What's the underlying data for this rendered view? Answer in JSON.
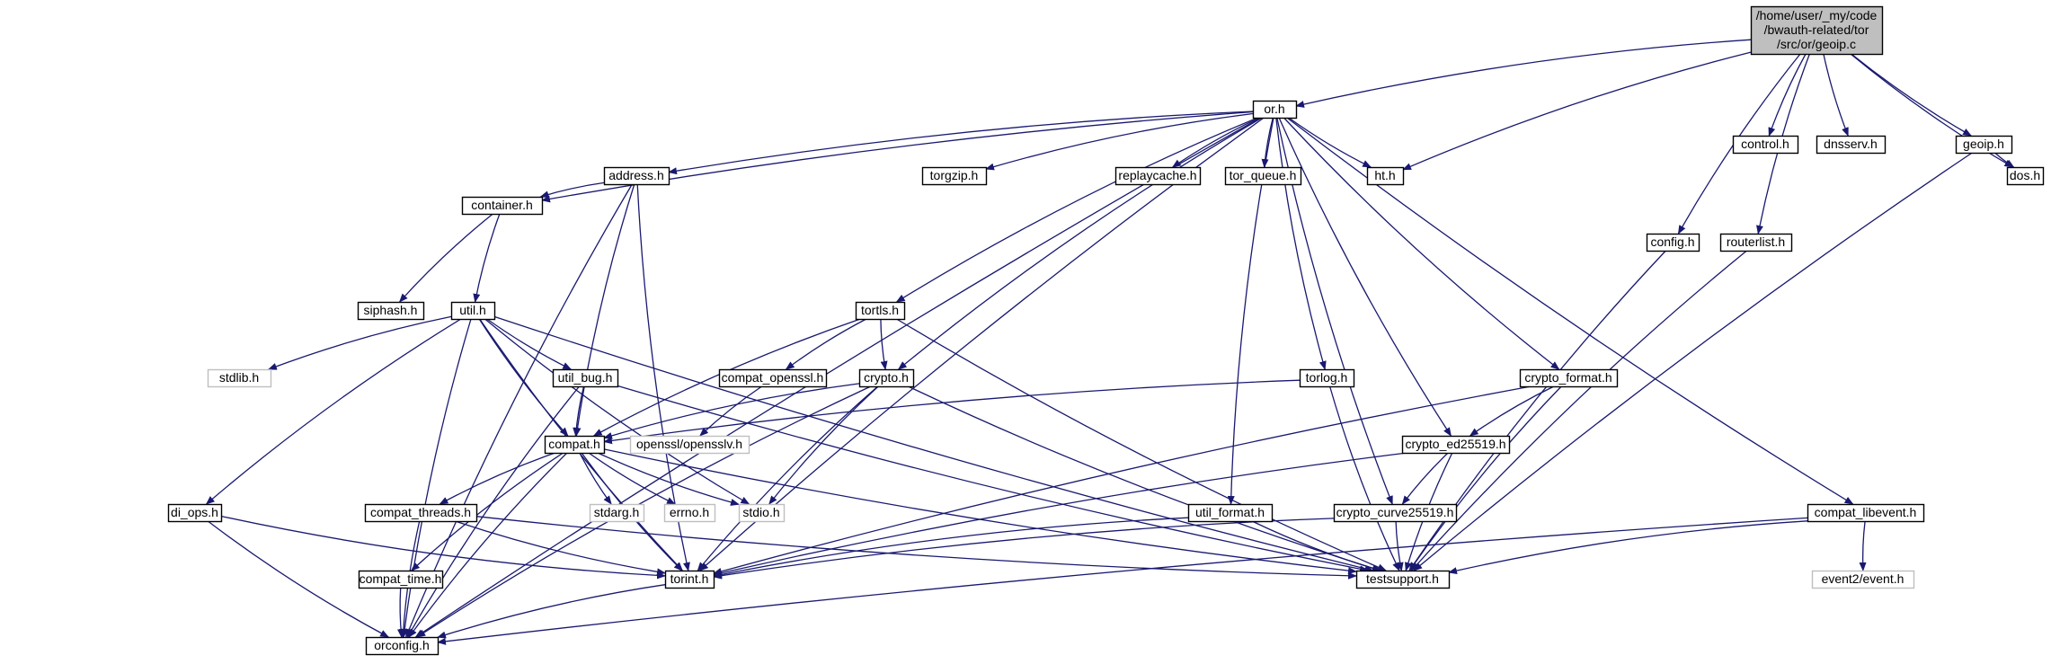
{
  "graph": {
    "colors": {
      "edge": "#191970",
      "root_fill": "#bfbfbf",
      "node_fill": "#ffffff",
      "node_stroke": "#000000",
      "system_stroke": "#bfbfbf"
    },
    "nodes": [
      {
        "id": "geoip_c",
        "lines": [
          "/home/user/_my/code",
          "/bwauth-related/tor",
          "/src/or/geoip.c"
        ],
        "kind": "root"
      },
      {
        "id": "or_h",
        "lines": [
          "or.h"
        ],
        "kind": "normal"
      },
      {
        "id": "control_h",
        "lines": [
          "control.h"
        ],
        "kind": "normal"
      },
      {
        "id": "dnsserv_h",
        "lines": [
          "dnsserv.h"
        ],
        "kind": "normal"
      },
      {
        "id": "geoip_h",
        "lines": [
          "geoip.h"
        ],
        "kind": "normal"
      },
      {
        "id": "dos_h",
        "lines": [
          "dos.h"
        ],
        "kind": "normal"
      },
      {
        "id": "address_h",
        "lines": [
          "address.h"
        ],
        "kind": "normal"
      },
      {
        "id": "torgzip_h",
        "lines": [
          "torgzip.h"
        ],
        "kind": "normal"
      },
      {
        "id": "replaycache_h",
        "lines": [
          "replaycache.h"
        ],
        "kind": "normal"
      },
      {
        "id": "tor_queue_h",
        "lines": [
          "tor_queue.h"
        ],
        "kind": "normal"
      },
      {
        "id": "ht_h",
        "lines": [
          "ht.h"
        ],
        "kind": "normal"
      },
      {
        "id": "container_h",
        "lines": [
          "container.h"
        ],
        "kind": "normal"
      },
      {
        "id": "config_h",
        "lines": [
          "config.h"
        ],
        "kind": "normal"
      },
      {
        "id": "routerlist_h",
        "lines": [
          "routerlist.h"
        ],
        "kind": "normal"
      },
      {
        "id": "siphash_h",
        "lines": [
          "siphash.h"
        ],
        "kind": "normal"
      },
      {
        "id": "util_h",
        "lines": [
          "util.h"
        ],
        "kind": "normal"
      },
      {
        "id": "tortls_h",
        "lines": [
          "tortls.h"
        ],
        "kind": "normal"
      },
      {
        "id": "stdlib_h",
        "lines": [
          "stdlib.h"
        ],
        "kind": "system"
      },
      {
        "id": "util_bug_h",
        "lines": [
          "util_bug.h"
        ],
        "kind": "normal"
      },
      {
        "id": "compat_openssl_h",
        "lines": [
          "compat_openssl.h"
        ],
        "kind": "normal"
      },
      {
        "id": "crypto_h",
        "lines": [
          "crypto.h"
        ],
        "kind": "normal"
      },
      {
        "id": "torlog_h",
        "lines": [
          "torlog.h"
        ],
        "kind": "normal"
      },
      {
        "id": "crypto_format_h",
        "lines": [
          "crypto_format.h"
        ],
        "kind": "normal"
      },
      {
        "id": "compat_h",
        "lines": [
          "compat.h"
        ],
        "kind": "normal"
      },
      {
        "id": "opensslv_h",
        "lines": [
          "openssl/opensslv.h"
        ],
        "kind": "system"
      },
      {
        "id": "crypto_ed25519_h",
        "lines": [
          "crypto_ed25519.h"
        ],
        "kind": "normal"
      },
      {
        "id": "di_ops_h",
        "lines": [
          "di_ops.h"
        ],
        "kind": "normal"
      },
      {
        "id": "compat_threads_h",
        "lines": [
          "compat_threads.h"
        ],
        "kind": "normal"
      },
      {
        "id": "stdarg_h",
        "lines": [
          "stdarg.h"
        ],
        "kind": "system"
      },
      {
        "id": "errno_h",
        "lines": [
          "errno.h"
        ],
        "kind": "system"
      },
      {
        "id": "stdio_h",
        "lines": [
          "stdio.h"
        ],
        "kind": "system"
      },
      {
        "id": "util_format_h",
        "lines": [
          "util_format.h"
        ],
        "kind": "normal"
      },
      {
        "id": "crypto_curve25519_h",
        "lines": [
          "crypto_curve25519.h"
        ],
        "kind": "normal"
      },
      {
        "id": "compat_libevent_h",
        "lines": [
          "compat_libevent.h"
        ],
        "kind": "normal"
      },
      {
        "id": "compat_time_h",
        "lines": [
          "compat_time.h"
        ],
        "kind": "normal"
      },
      {
        "id": "torint_h",
        "lines": [
          "torint.h"
        ],
        "kind": "normal"
      },
      {
        "id": "testsupport_h",
        "lines": [
          "testsupport.h"
        ],
        "kind": "normal"
      },
      {
        "id": "event_h",
        "lines": [
          "event2/event.h"
        ],
        "kind": "system"
      },
      {
        "id": "orconfig_h",
        "lines": [
          "orconfig.h"
        ],
        "kind": "normal"
      }
    ],
    "edges": [
      [
        "geoip_c",
        "or_h"
      ],
      [
        "geoip_c",
        "control_h"
      ],
      [
        "geoip_c",
        "dnsserv_h"
      ],
      [
        "geoip_c",
        "geoip_h"
      ],
      [
        "geoip_c",
        "dos_h"
      ],
      [
        "geoip_c",
        "ht_h"
      ],
      [
        "geoip_c",
        "config_h"
      ],
      [
        "geoip_c",
        "routerlist_h"
      ],
      [
        "geoip_h",
        "dos_h"
      ],
      [
        "geoip_h",
        "testsupport_h"
      ],
      [
        "or_h",
        "address_h"
      ],
      [
        "or_h",
        "torgzip_h"
      ],
      [
        "or_h",
        "replaycache_h"
      ],
      [
        "or_h",
        "tor_queue_h"
      ],
      [
        "or_h",
        "ht_h"
      ],
      [
        "or_h",
        "container_h"
      ],
      [
        "or_h",
        "tortls_h"
      ],
      [
        "or_h",
        "crypto_h"
      ],
      [
        "or_h",
        "torlog_h"
      ],
      [
        "or_h",
        "crypto_format_h"
      ],
      [
        "or_h",
        "crypto_ed25519_h"
      ],
      [
        "or_h",
        "util_format_h"
      ],
      [
        "or_h",
        "crypto_curve25519_h"
      ],
      [
        "or_h",
        "compat_libevent_h"
      ],
      [
        "or_h",
        "torint_h"
      ],
      [
        "or_h",
        "orconfig_h"
      ],
      [
        "address_h",
        "container_h"
      ],
      [
        "address_h",
        "compat_h"
      ],
      [
        "address_h",
        "torint_h"
      ],
      [
        "address_h",
        "orconfig_h"
      ],
      [
        "container_h",
        "siphash_h"
      ],
      [
        "container_h",
        "util_h"
      ],
      [
        "util_h",
        "stdlib_h"
      ],
      [
        "util_h",
        "util_bug_h"
      ],
      [
        "util_h",
        "compat_h"
      ],
      [
        "util_h",
        "di_ops_h"
      ],
      [
        "util_h",
        "stdio_h"
      ],
      [
        "util_h",
        "torint_h"
      ],
      [
        "util_h",
        "testsupport_h"
      ],
      [
        "util_h",
        "orconfig_h"
      ],
      [
        "tortls_h",
        "compat_openssl_h"
      ],
      [
        "tortls_h",
        "crypto_h"
      ],
      [
        "tortls_h",
        "compat_h"
      ],
      [
        "tortls_h",
        "testsupport_h"
      ],
      [
        "compat_openssl_h",
        "opensslv_h"
      ],
      [
        "crypto_h",
        "compat_h"
      ],
      [
        "crypto_h",
        "stdio_h"
      ],
      [
        "crypto_h",
        "torint_h"
      ],
      [
        "crypto_h",
        "testsupport_h"
      ],
      [
        "crypto_h",
        "orconfig_h"
      ],
      [
        "util_bug_h",
        "compat_h"
      ],
      [
        "util_bug_h",
        "testsupport_h"
      ],
      [
        "util_bug_h",
        "orconfig_h"
      ],
      [
        "torlog_h",
        "compat_h"
      ],
      [
        "torlog_h",
        "testsupport_h"
      ],
      [
        "crypto_format_h",
        "crypto_ed25519_h"
      ],
      [
        "crypto_format_h",
        "torint_h"
      ],
      [
        "crypto_format_h",
        "testsupport_h"
      ],
      [
        "crypto_ed25519_h",
        "crypto_curve25519_h"
      ],
      [
        "crypto_ed25519_h",
        "torint_h"
      ],
      [
        "crypto_ed25519_h",
        "testsupport_h"
      ],
      [
        "crypto_curve25519_h",
        "torint_h"
      ],
      [
        "crypto_curve25519_h",
        "testsupport_h"
      ],
      [
        "util_format_h",
        "torint_h"
      ],
      [
        "util_format_h",
        "testsupport_h"
      ],
      [
        "compat_h",
        "compat_threads_h"
      ],
      [
        "compat_h",
        "stdarg_h"
      ],
      [
        "compat_h",
        "errno_h"
      ],
      [
        "compat_h",
        "stdio_h"
      ],
      [
        "compat_h",
        "compat_time_h"
      ],
      [
        "compat_h",
        "torint_h"
      ],
      [
        "compat_h",
        "testsupport_h"
      ],
      [
        "compat_h",
        "orconfig_h"
      ],
      [
        "compat_threads_h",
        "torint_h"
      ],
      [
        "compat_threads_h",
        "testsupport_h"
      ],
      [
        "compat_threads_h",
        "orconfig_h"
      ],
      [
        "di_ops_h",
        "torint_h"
      ],
      [
        "di_ops_h",
        "orconfig_h"
      ],
      [
        "compat_time_h",
        "orconfig_h"
      ],
      [
        "torint_h",
        "orconfig_h"
      ],
      [
        "config_h",
        "testsupport_h"
      ],
      [
        "routerlist_h",
        "testsupport_h"
      ],
      [
        "compat_libevent_h",
        "testsupport_h"
      ],
      [
        "compat_libevent_h",
        "event_h"
      ],
      [
        "compat_libevent_h",
        "orconfig_h"
      ]
    ]
  }
}
